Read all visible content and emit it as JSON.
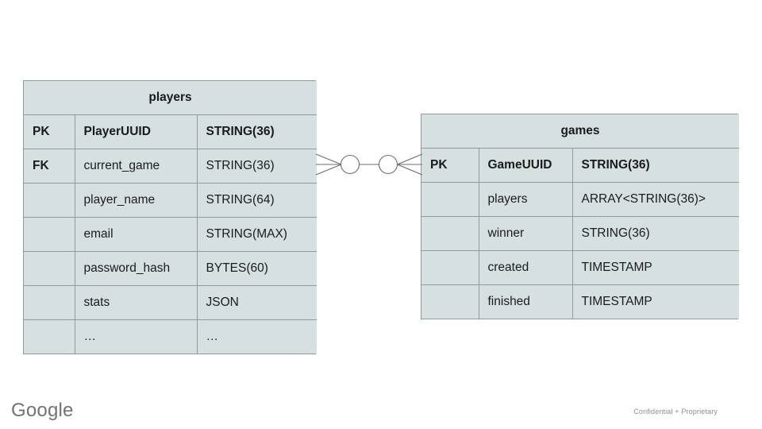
{
  "diagram": {
    "type": "entity-relationship-diagram",
    "background_color": "#ffffff",
    "entity_fill_color": "#d6e0e0",
    "entity_border_color": "#8d9b9b",
    "text_color": "#1b1b1b"
  },
  "entities": [
    {
      "id": "players",
      "title": "players",
      "columns": [
        {
          "key": "PK",
          "name": "PlayerUUID",
          "type": "STRING(36)",
          "bold": true
        },
        {
          "key": "FK",
          "name": "current_game",
          "type": "STRING(36)",
          "bold": false
        },
        {
          "key": "",
          "name": "player_name",
          "type": "STRING(64)",
          "bold": false
        },
        {
          "key": "",
          "name": "email",
          "type": "STRING(MAX)",
          "bold": false
        },
        {
          "key": "",
          "name": "password_hash",
          "type": "BYTES(60)",
          "bold": false
        },
        {
          "key": "",
          "name": "stats",
          "type": "JSON",
          "bold": false
        },
        {
          "key": "",
          "name": "…",
          "type": "…",
          "bold": false
        }
      ]
    },
    {
      "id": "games",
      "title": "games",
      "columns": [
        {
          "key": "PK",
          "name": "GameUUID",
          "type": "STRING(36)",
          "bold": true
        },
        {
          "key": "",
          "name": "players",
          "type": "ARRAY<STRING(36)>",
          "bold": false
        },
        {
          "key": "",
          "name": "winner",
          "type": "STRING(36)",
          "bold": false
        },
        {
          "key": "",
          "name": "created",
          "type": "TIMESTAMP",
          "bold": false
        },
        {
          "key": "",
          "name": "finished",
          "type": "TIMESTAMP",
          "bold": false
        }
      ]
    }
  ],
  "relationship": {
    "from": "players",
    "to": "games",
    "notation": "crows-foot",
    "left_cardinality": "zero-or-many",
    "right_cardinality": "zero-or-many",
    "line_color": "#6d6d6d"
  },
  "footer": {
    "logo_text": "Google",
    "confidential_text": "Confidential + Proprietary"
  }
}
